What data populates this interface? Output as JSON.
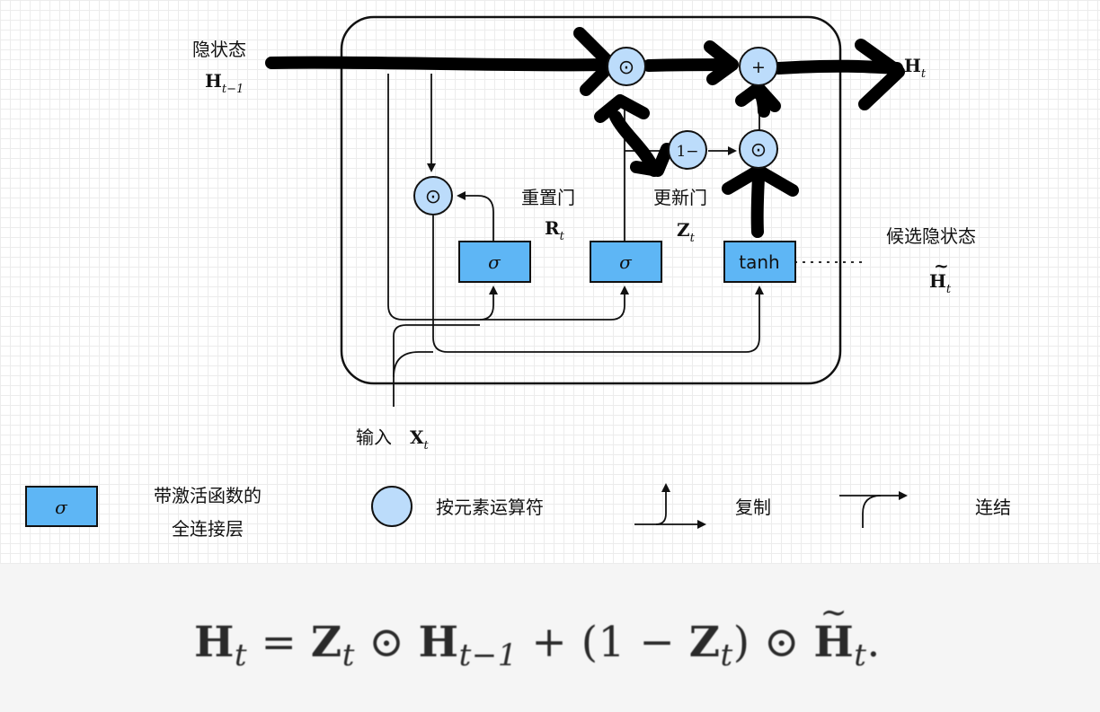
{
  "diagram": {
    "hidden_state_label": "隐状态",
    "h_prev": {
      "base": "H",
      "sub": "t−1"
    },
    "h_out": {
      "base": "H",
      "sub": "t"
    },
    "reset_gate_label": "重置门",
    "r": {
      "base": "R",
      "sub": "t"
    },
    "update_gate_label": "更新门",
    "z": {
      "base": "Z",
      "sub": "t"
    },
    "candidate_label": "候选隐状态",
    "h_tilde": {
      "base": "H",
      "sub": "t",
      "accent": "~"
    },
    "input_label": "输入",
    "x": {
      "base": "X",
      "sub": "t"
    },
    "sigma": "σ",
    "tanh": "tanh",
    "odot": "⊙",
    "plus": "+",
    "one_minus": "1−"
  },
  "legend": {
    "fc_sigma": "σ",
    "fc_line1": "带激活函数的",
    "fc_line2": "全连接层",
    "elementwise": "按元素运算符",
    "copy": "复制",
    "concat": "连结"
  },
  "equation": {
    "H": "H",
    "t": "t",
    "eq": "=",
    "Z": "Z",
    "odot": "⊙",
    "tm1": "t−1",
    "plus": "+",
    "lp": "(1 −",
    "rp": ")",
    "tilde": "~",
    "period": "."
  },
  "colors": {
    "box_fill": "#5eb6f5",
    "circle_fill": "#bcdcfb",
    "stroke": "#111111"
  }
}
